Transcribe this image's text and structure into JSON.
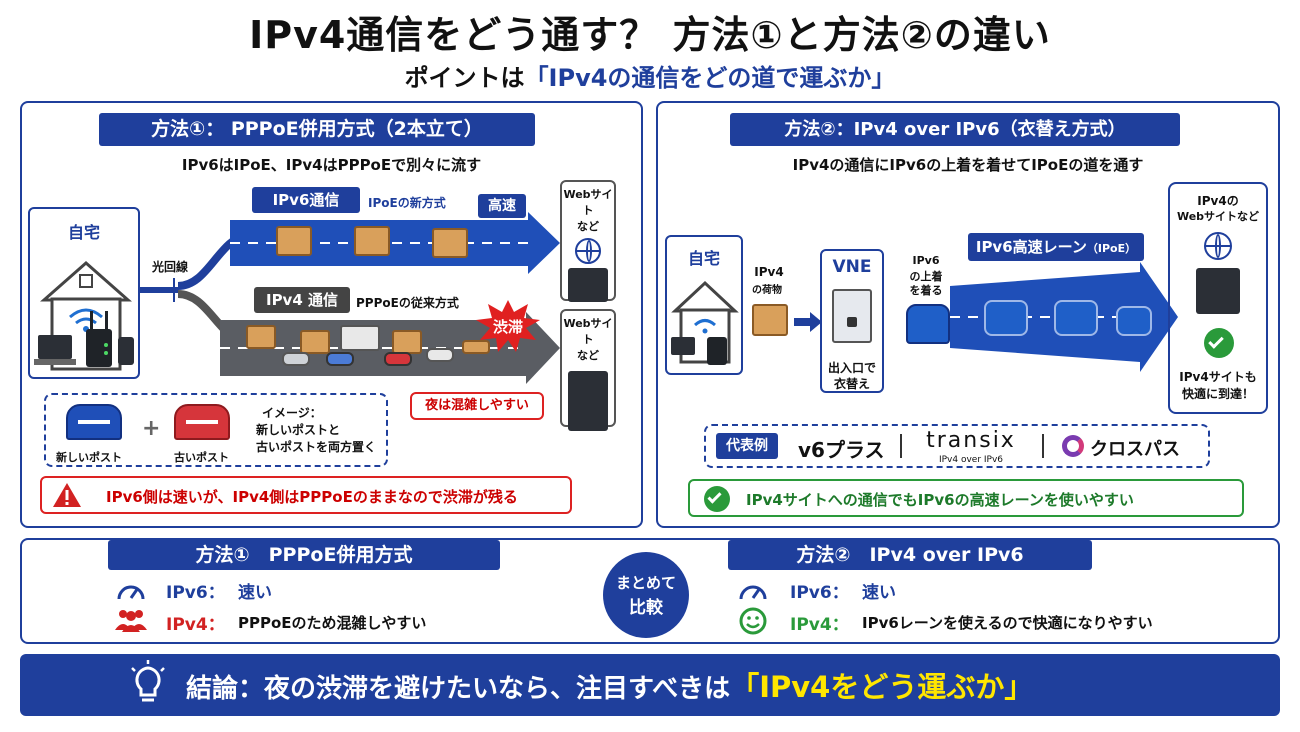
{
  "header": {
    "title": "IPv4通信をどう通す？ 方法①と方法②の違い",
    "subtitle_prefix": "ポイントは",
    "subtitle_highlight": "「IPv4の通信をどの道で運ぶか」"
  },
  "left_panel": {
    "heading": "方法①： PPPoE併用方式（2本立て）",
    "description": "IPv6はIPoE、IPv4はPPPoEで別々に流す",
    "home_label": "自宅",
    "fiber_label": "光回線",
    "ipv6_lane": {
      "label": "IPv6通信",
      "sub": "IPoEの新方式",
      "badge": "高速",
      "server_label_1": "Webサイト",
      "server_label_2": "など"
    },
    "ipv4_lane": {
      "label": "IPv4 通信",
      "sub": "PPPoEの従来方式",
      "burst": "渋滞",
      "callout": "夜は混雑しやすい",
      "server_label_1": "Webサイト",
      "server_label_2": "など"
    },
    "mailbox": {
      "new_label": "新しいポスト",
      "plus": "+",
      "old_label": "古いポスト",
      "image_title": "イメージ：",
      "image_line1": "新しいポストと",
      "image_line2": "古いポストを両方置く"
    },
    "warning": "IPv6側は速いが、IPv4側はPPPoEのままなので渋滞が残る"
  },
  "right_panel": {
    "heading": "方法②：IPv4 over IPv6（衣替え方式）",
    "description": "IPv4の通信にIPv6の上着を着せてIPoEの道を通す",
    "home_label": "自宅",
    "cargo_label_1": "IPv4",
    "cargo_label_2": "の荷物",
    "vne_label": "VNE",
    "vne_sub_1": "出入口で",
    "vne_sub_2": "衣替え",
    "coat_label_1": "IPv6",
    "coat_label_2": "の上着",
    "coat_label_3": "を着る",
    "lane_label": "IPv6高速レーン",
    "lane_sub": "（IPoE）",
    "dest_label_1": "IPv4の",
    "dest_label_2": "Webサイトなど",
    "dest_ok_1": "IPv4サイトも",
    "dest_ok_2": "快適に到達！",
    "examples_label": "代表例",
    "example_1": "v6プラス",
    "example_2": "transix",
    "example_2_sub": "IPv4 over IPv6",
    "example_3": "クロスパス",
    "note": "IPv4サイトへの通信でもIPv6の高速レーンを使いやすい"
  },
  "comparison": {
    "left_title": "方法①　PPPoE併用方式",
    "left_ipv6_key": "IPv6：",
    "left_ipv6_val": "速い",
    "left_ipv4_key": "IPv4：",
    "left_ipv4_val": "PPPoEのため混雑しやすい",
    "center_line1": "まとめて",
    "center_line2": "比較",
    "right_title": "方法②　IPv4 over IPv6",
    "right_ipv6_key": "IPv6：",
    "right_ipv6_val": "速い",
    "right_ipv4_key": "IPv4：",
    "right_ipv4_val": "IPv6レーンを使えるので快適になりやすい"
  },
  "conclusion": {
    "prefix": "結論：夜の渋滞を避けたいなら、注目すべきは",
    "highlight": "「IPv4をどう運ぶか」"
  },
  "colors": {
    "navy": "#1f3f9c",
    "red": "#d22222",
    "green": "#2a9a3a",
    "yellow": "#ffe600",
    "box": "#d9a05b"
  }
}
